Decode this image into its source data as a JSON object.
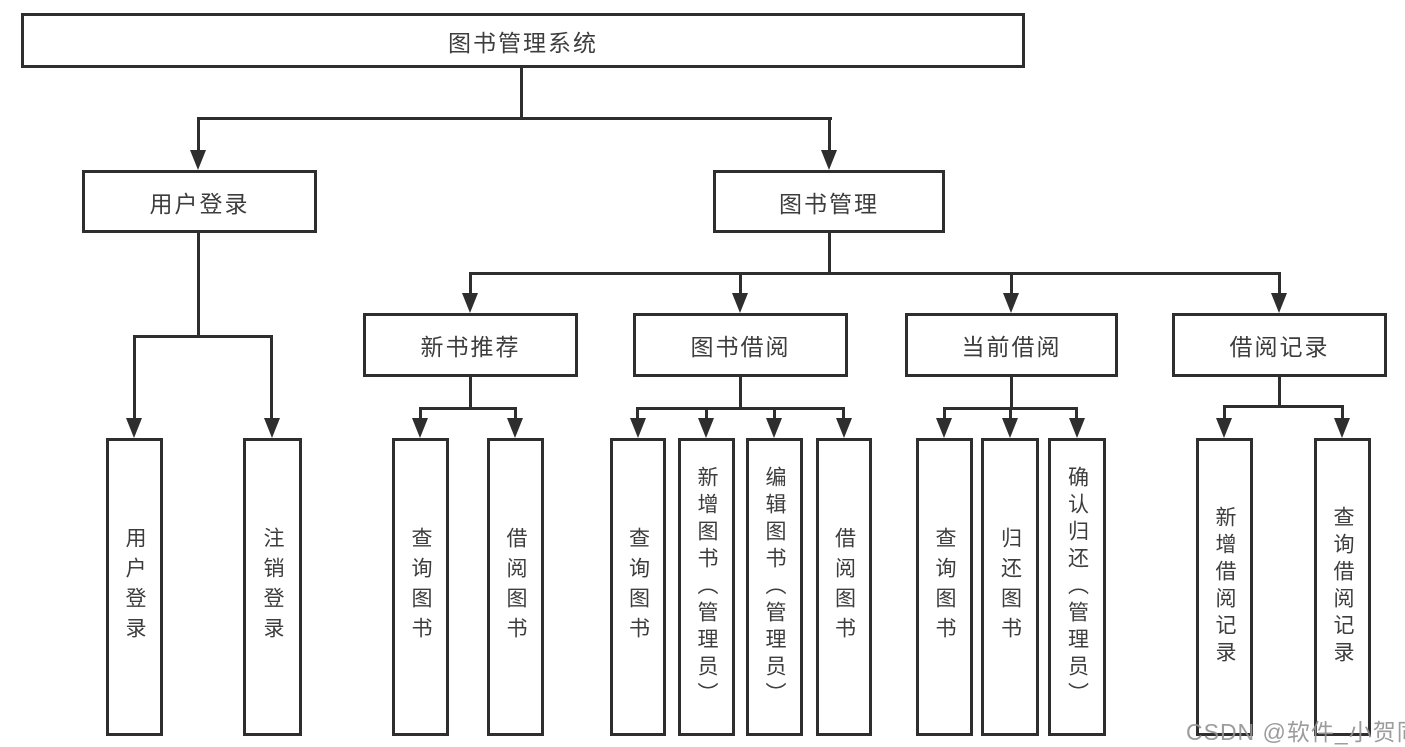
{
  "diagram": {
    "type": "hierarchy-tree",
    "nodes": {
      "root": {
        "label": "图书管理系统"
      },
      "login": {
        "label": "用户登录"
      },
      "management": {
        "label": "图书管理"
      },
      "new_book": {
        "label": "新书推荐"
      },
      "book_borrow": {
        "label": "图书借阅"
      },
      "current_borrow": {
        "label": "当前借阅"
      },
      "borrow_record": {
        "label": "借阅记录"
      },
      "user_login": {
        "label": "用户登录"
      },
      "logout": {
        "label": "注销登录"
      },
      "nb_query_book": {
        "label": "查询图书"
      },
      "nb_borrow_book": {
        "label": "借阅图书"
      },
      "bb_query_book": {
        "label": "查询图书"
      },
      "bb_add_book": {
        "label": "新增图书（管理员）"
      },
      "bb_edit_book": {
        "label": "编辑图书（管理员）"
      },
      "bb_borrow_book": {
        "label": "借阅图书"
      },
      "cb_query_book": {
        "label": "查询图书"
      },
      "cb_return_book": {
        "label": "归还图书"
      },
      "cb_confirm_return": {
        "label": "确认归还（管理员）"
      },
      "br_add_record": {
        "label": "新增借阅记录"
      },
      "br_query_record": {
        "label": "查询借阅记录"
      }
    },
    "structure": {
      "图书管理系统": {
        "用户登录": [
          "用户登录",
          "注销登录"
        ],
        "图书管理": {
          "新书推荐": [
            "查询图书",
            "借阅图书"
          ],
          "图书借阅": [
            "查询图书",
            "新增图书（管理员）",
            "编辑图书（管理员）",
            "借阅图书"
          ],
          "当前借阅": [
            "查询图书",
            "归还图书",
            "确认归还（管理员）"
          ],
          "借阅记录": [
            "新增借阅记录",
            "查询借阅记录"
          ]
        }
      }
    },
    "colors": {
      "line": "#2e2e2e",
      "text": "#3d3d3d",
      "background": "#ffffff",
      "watermark": "#949494"
    }
  },
  "watermark": "CSDN @软件_小贺同学"
}
